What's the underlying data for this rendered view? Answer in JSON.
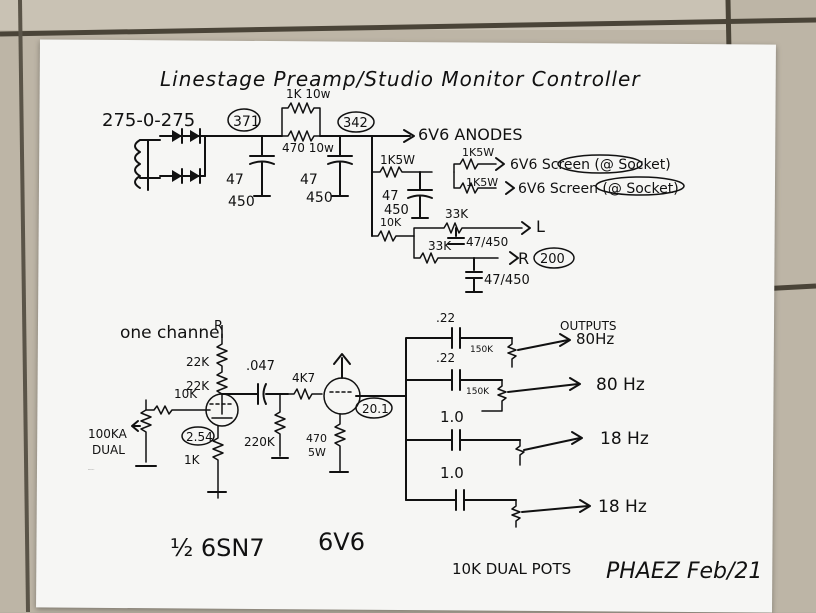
{
  "title": "Linestage Preamp/Studio Monitor Controller",
  "power_supply": {
    "transformer": "275-0-275",
    "node1_voltage": "371",
    "node2_voltage": "342",
    "node3_voltage": "200",
    "series_resistor": "1K 10w",
    "series_resistor2": "470 10w",
    "cap1": "47",
    "cap1_v": "450",
    "cap2": "47",
    "cap2_v": "450",
    "anode_out": "6V6 ANODES",
    "screen_r": "1K5W",
    "screen_r1": "1K5W",
    "screen_out1": "6V6 Screen (@ Socket)",
    "screen_r2": "1K5W",
    "screen_out2": "6V6 Screen (@ Socket)",
    "cap3": "47",
    "cap3_v": "450",
    "r_10k": "10K",
    "r_33k_l": "33K",
    "out_l": "L",
    "r_33k_r": "33K",
    "cap4": "47/450",
    "out_r": "R",
    "cap5": "47/450"
  },
  "channel": {
    "label": "one channel",
    "input_r": "R",
    "r22k_1": "22K",
    "r22k_2": "22K",
    "cap_047": ".047",
    "r4k7": "4K7",
    "r10k": "10K",
    "pot": "100KA DUAL",
    "cathode_v": "2.54",
    "cathode_r": "1K",
    "grid_r": "220K",
    "cathode_r2": "470",
    "cathode_r2_w": "5W",
    "v6v6": "20.1",
    "tube1": "½ 6SN7",
    "tube2": "6V6"
  },
  "outputs": {
    "header": "OUTPUTS",
    "cap1": ".22",
    "r1": "150K",
    "out1": "80Hz",
    "cap2": ".22",
    "r2": "150K",
    "out2": "80 Hz",
    "cap3": "1.0",
    "out3": "18 Hz",
    "cap4": "1.0",
    "out4": "18 Hz",
    "pots": "10K DUAL POTS"
  },
  "signature": "PHAEZ Feb/21"
}
